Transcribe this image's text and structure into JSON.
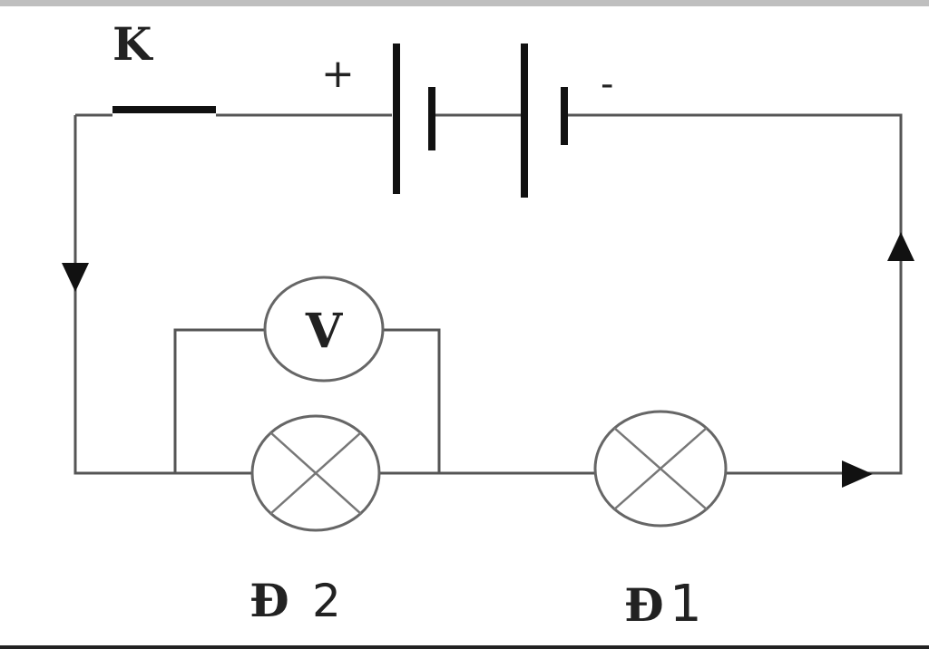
{
  "labels": {
    "switch": "K",
    "battery_positive": "+",
    "battery_negative": "-",
    "voltmeter": "V",
    "lamp2_letter": "Đ",
    "lamp2_number": "2",
    "lamp1_letter": "Đ",
    "lamp1_number": "1"
  }
}
